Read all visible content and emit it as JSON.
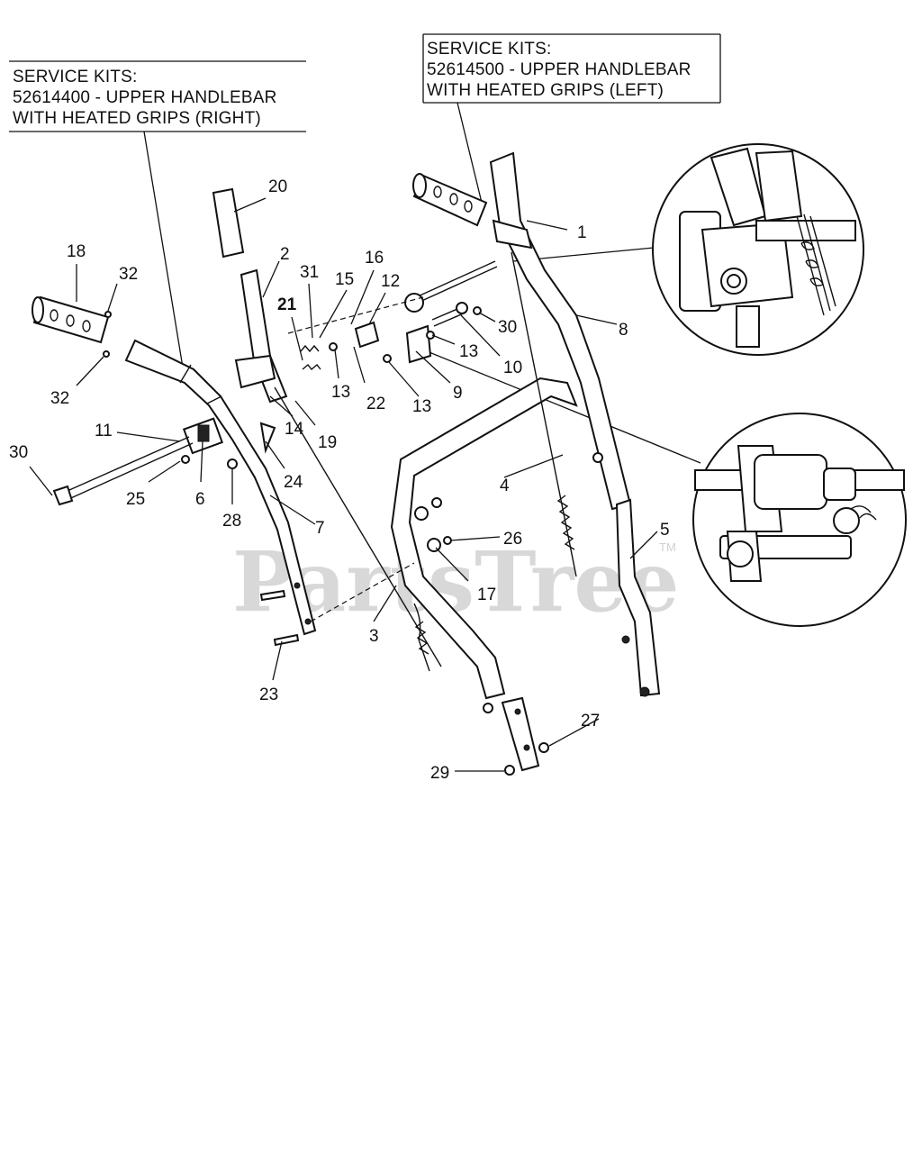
{
  "service_kits": [
    {
      "heading": "SERVICE KITS:",
      "line1": "52614400 - UPPER HANDLEBAR",
      "line2": "WITH HEATED GRIPS (RIGHT)"
    },
    {
      "heading": "SERVICE KITS:",
      "line1": "52614500 - UPPER HANDLEBAR",
      "line2": "WITH HEATED GRIPS (LEFT)"
    }
  ],
  "watermark": {
    "text": "PartsTree",
    "trademark": "TM"
  },
  "callouts": {
    "c1": "1",
    "c2": "2",
    "c3": "3",
    "c4": "4",
    "c5": "5",
    "c6": "6",
    "c7": "7",
    "c8": "8",
    "c9": "9",
    "c10": "10",
    "c11": "11",
    "c12": "12",
    "c13a": "13",
    "c13b": "13",
    "c13c": "13",
    "c14": "14",
    "c15": "15",
    "c16": "16",
    "c17": "17",
    "c18": "18",
    "c19": "19",
    "c20": "20",
    "c21": "21",
    "c22": "22",
    "c23": "23",
    "c24": "24",
    "c25": "25",
    "c26": "26",
    "c27": "27",
    "c28": "28",
    "c29": "29",
    "c30a": "30",
    "c30b": "30",
    "c31": "31",
    "c32a": "32",
    "c32b": "32"
  }
}
